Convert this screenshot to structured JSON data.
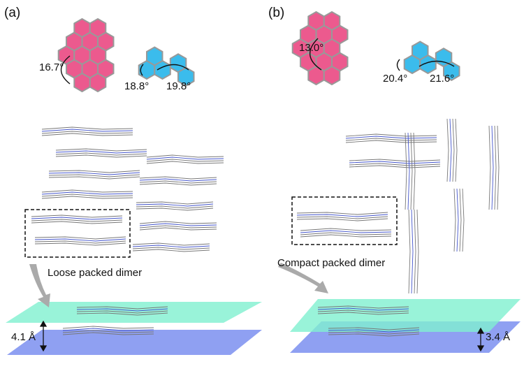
{
  "panels": {
    "a": {
      "label": "(a)",
      "angles": [
        "16.7°",
        "18.8°",
        "19.8°"
      ],
      "dimer_label": "Loose packed dimer",
      "distance": "4.1 Å"
    },
    "b": {
      "label": "(b)",
      "angles": [
        "13.0°",
        "20.4°",
        "21.6°"
      ],
      "dimer_label": "Compact packed dimer",
      "distance": "3.4 Å"
    }
  },
  "colors": {
    "donor": "#ec5a8e",
    "acceptor": "#3bbcec",
    "plane_top": "#7ff0cf",
    "plane_bottom": "#7b8ff0"
  }
}
